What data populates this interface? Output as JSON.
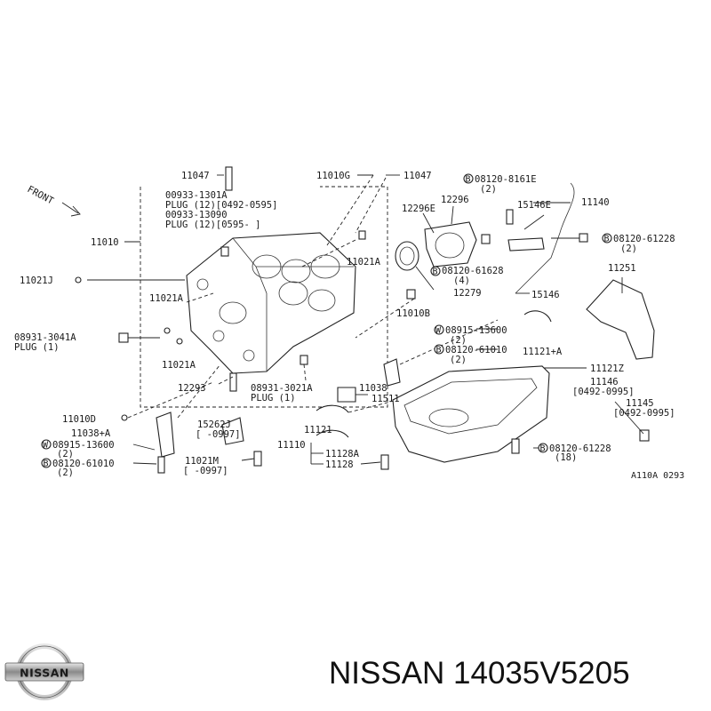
{
  "diagram": {
    "front_label": "FRONT",
    "code_ref": "A110A 0293",
    "callouts": {
      "p11047a": "11047",
      "p11010g": "11010G",
      "p11047b": "11047",
      "b08120_8161e": "08120-8161E",
      "q2a": "(2)",
      "p00933_1301a": "00933-1301A",
      "plug1": "PLUG (12)[0492-0595]",
      "p00933_13090": "00933-13090",
      "plug2": "PLUG (12)[0595-    ]",
      "p11010": "11010",
      "p12296e": "12296E",
      "p12296": "12296",
      "p15146e": "15146E",
      "p11140": "11140",
      "b08120_61228a": "08120-61228",
      "q2b": "(2)",
      "p11021j": "11021J",
      "p11021a1": "11021A",
      "p11021a2": "11021A",
      "b08120_61628": "08120-61628",
      "q4": "(4)",
      "p12279": "12279",
      "p15146": "15146",
      "p11251": "11251",
      "p11010b": "11010B",
      "p08931_3041a": "08931-3041A",
      "plug3": "PLUG (1)",
      "p11021a3": "11021A",
      "w08915_13600a": "08915-13600",
      "q2c": "(2)",
      "b08120_61010a": "08120-61010",
      "q2d": "(2)",
      "p11121a": "11121+A",
      "p12293": "12293",
      "p08931_3021a": "08931-3021A",
      "plug4": "PLUG (1)",
      "p11038": "11038",
      "p11121z": "11121Z",
      "p11146": "11146",
      "r0492_0995a": "[0492-0995]",
      "p11145": "11145",
      "r0492_0995b": "[0492-0995]",
      "p11511": "11511",
      "p11010d": "11010D",
      "p15262j": "15262J",
      "r0997a": "[    -0997]",
      "p11121": "11121",
      "p11038a": "11038+A",
      "p11110": "11110",
      "p11128a": "11128A",
      "p11128": "11128",
      "w08915_13600b": "08915-13600",
      "q2e": "(2)",
      "b08120_61010b": "08120-61010",
      "q2f": "(2)",
      "p11021m": "11021M",
      "r0997b": "[    -0997]",
      "b08120_61228b": "08120-61228",
      "q18": "(18)",
      "w_mark": "W",
      "b_mark": "B"
    }
  },
  "product": {
    "brand": "NISSAN",
    "part_number": "14035V5205",
    "caption": "NISSAN 14035V5205"
  },
  "logo": {
    "text": "NISSAN"
  }
}
